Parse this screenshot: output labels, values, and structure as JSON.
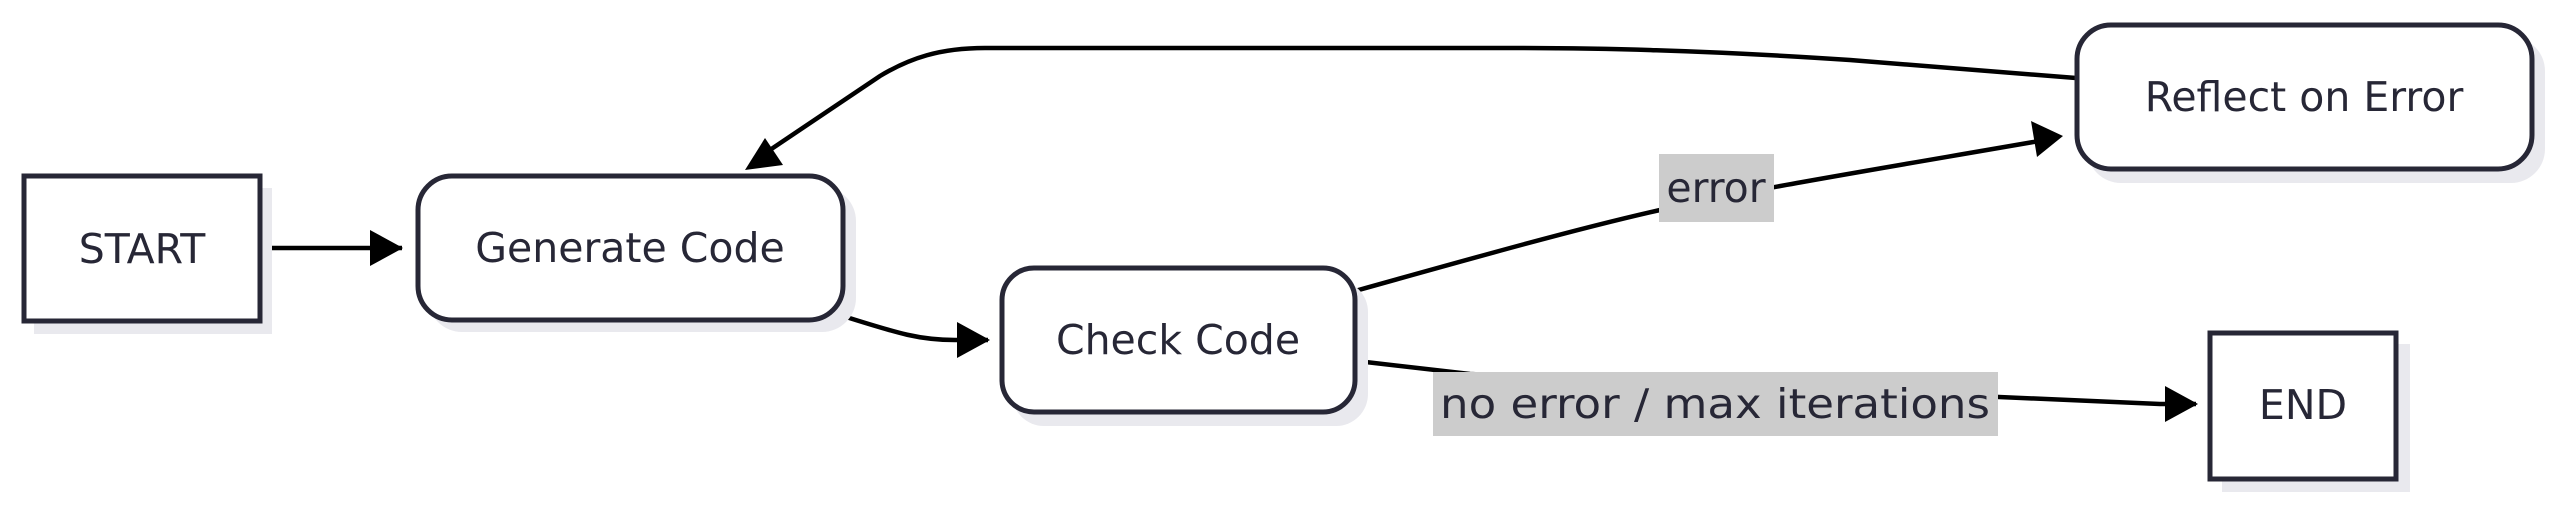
{
  "nodes": {
    "start": {
      "label": "START"
    },
    "generate": {
      "label": "Generate Code"
    },
    "check": {
      "label": "Check Code"
    },
    "reflect": {
      "label": "Reflect on Error"
    },
    "end": {
      "label": "END"
    }
  },
  "edges": {
    "error": {
      "label": "error"
    },
    "no_error": {
      "label": "no error / max iterations"
    }
  },
  "colors": {
    "stroke": "#272736",
    "shadow": "#e9e9ee",
    "fill": "#ffffff",
    "label_background": "#cccccc",
    "text": "#272736"
  }
}
